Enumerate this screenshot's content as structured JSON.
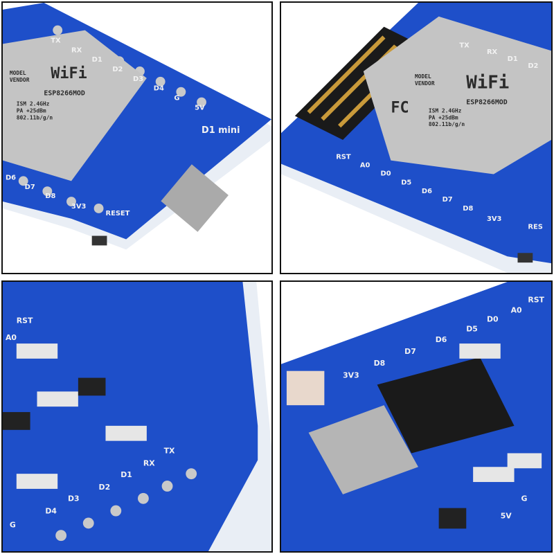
{
  "colors": {
    "board": "#1e4fc9",
    "board_edge": "#e9eef5",
    "pad": "#c9c9c9",
    "shield": "#d9d9d9",
    "antenna": "#c99a3a"
  },
  "panels": [
    {
      "module": {
        "logo": "WiFi",
        "model": "MODEL",
        "vendor": "VENDOR",
        "chip": "ESP8266MOD",
        "ism": "ISM 2.4GHz",
        "pa": "PA +25dBm",
        "std": "802.11b/g/n"
      },
      "labels": {
        "tx": "TX",
        "rx": "RX",
        "d1": "D1",
        "d2": "D2",
        "d3": "D3",
        "d4": "D4",
        "g": "G",
        "fiveV": "5V",
        "title": "D1 mini",
        "reset": "RESET",
        "threeV3": "3V3",
        "d8": "D8",
        "d7": "D7",
        "d6": "D6"
      }
    },
    {
      "module": {
        "logo": "WiFi",
        "model": "MODEL",
        "vendor": "VENDOR",
        "fc": "FC",
        "chip": "ESP8266MOD",
        "ism": "ISM 2.4GHz",
        "pa": "PA +25dBm",
        "std": "802.11b/g/n"
      },
      "labels": {
        "tx": "TX",
        "rx": "RX",
        "d1": "D1",
        "d2": "D2",
        "rst": "RST",
        "a0": "A0",
        "d0": "D0",
        "d5": "D5",
        "d6": "D6",
        "d7": "D7",
        "d8": "D8",
        "threeV3": "3V3",
        "res": "RES"
      }
    },
    {
      "labels": {
        "rst": "RST",
        "a0": "A0",
        "tx": "TX",
        "rx": "RX",
        "d1": "D1",
        "d2": "D2",
        "d3": "D3",
        "d4": "D4",
        "g": "G"
      }
    },
    {
      "labels": {
        "threeV3": "3V3",
        "d8": "D8",
        "d7": "D7",
        "d6": "D6",
        "d5": "D5",
        "d0": "D0",
        "a0": "A0",
        "rst": "RST",
        "g": "G",
        "fiveV": "5V"
      }
    }
  ]
}
